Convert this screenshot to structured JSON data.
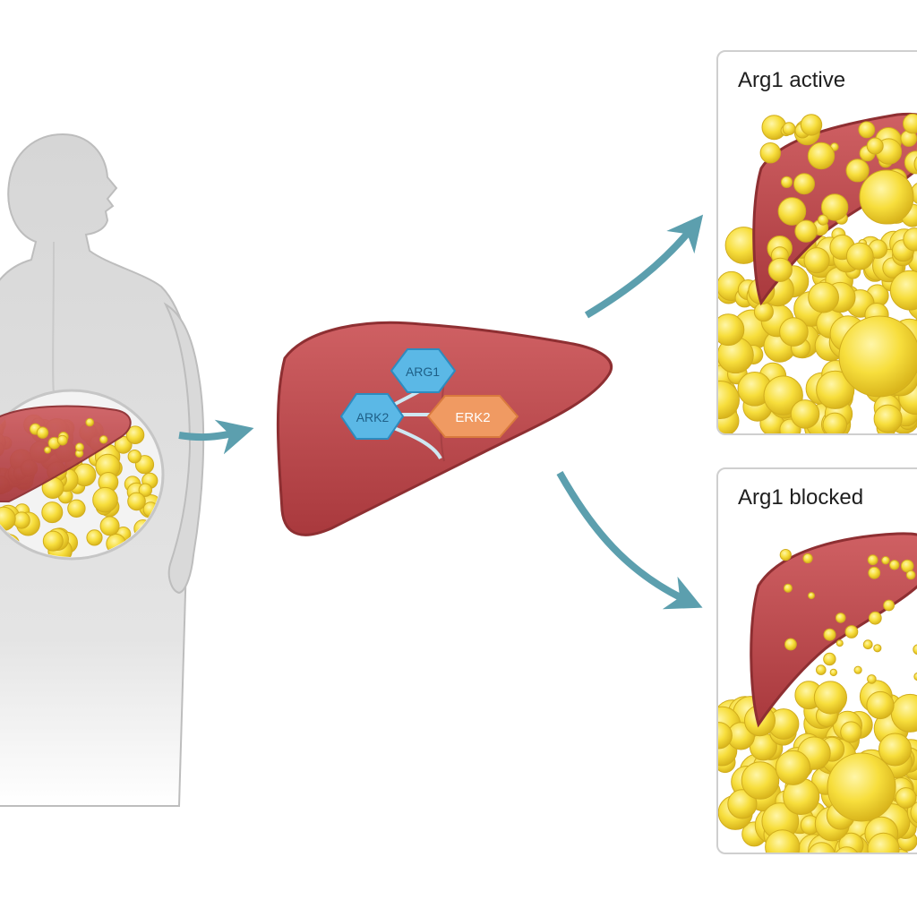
{
  "central_liver": {
    "nodes": [
      {
        "label": "ARG1",
        "shape": "hexagon",
        "color": "#5bb8e6"
      },
      {
        "label": "ARK2",
        "shape": "hexagon",
        "color": "#5bb8e6"
      },
      {
        "label": "ERK2",
        "shape": "hexagon",
        "color": "#f09a62"
      }
    ]
  },
  "panels": [
    {
      "id": "active",
      "title": "Arg1 active",
      "fat_in_liver": "high"
    },
    {
      "id": "blocked",
      "title": "Arg1 blocked",
      "fat_in_liver": "low"
    }
  ],
  "colors": {
    "liver": "#b9474a",
    "fat": "#f6dc3f",
    "arrow": "#5c9fae",
    "silhouette": "#d9d9d9"
  }
}
